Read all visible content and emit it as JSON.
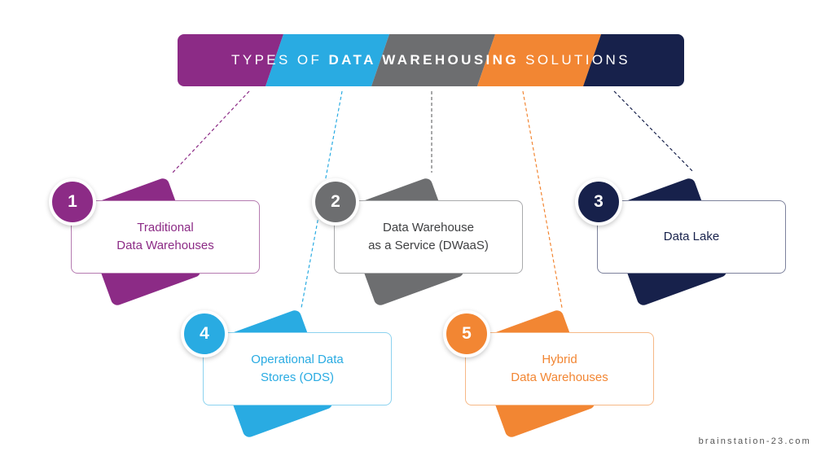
{
  "banner": {
    "title_pre": "TYPES OF",
    "title_bold": "DATA WAREHOUSING",
    "title_post": "SOLUTIONS"
  },
  "colors": {
    "purple": "#8C2B86",
    "blue": "#29ABE2",
    "gray": "#6D6E70",
    "orange": "#F28633",
    "navy": "#17214B"
  },
  "solutions": [
    {
      "number": "1",
      "line1": "Traditional",
      "line2": "Data Warehouses",
      "color": "#8C2B86"
    },
    {
      "number": "2",
      "line1": "Data Warehouse",
      "line2": "as a Service (DWaaS)",
      "color": "#6D6E70"
    },
    {
      "number": "3",
      "line1": "Data Lake",
      "line2": "",
      "color": "#17214B"
    },
    {
      "number": "4",
      "line1": "Operational Data",
      "line2": "Stores (ODS)",
      "color": "#29ABE2"
    },
    {
      "number": "5",
      "line1": "Hybrid",
      "line2": "Data Warehouses",
      "color": "#F28633"
    }
  ],
  "footer": "brainstation-23.com"
}
